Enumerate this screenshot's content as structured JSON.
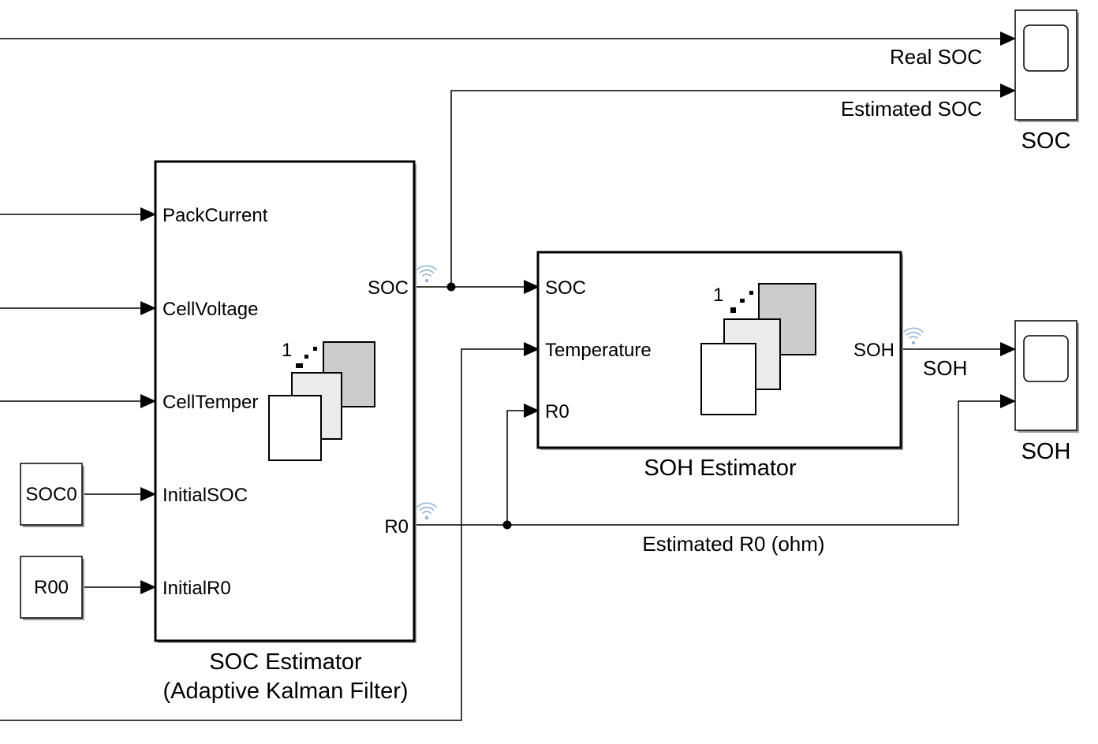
{
  "diagram": {
    "scopes": {
      "soc": {
        "title": "SOC"
      },
      "soh": {
        "title": "SOH"
      }
    },
    "signal_labels": {
      "real_soc": "Real SOC",
      "estimated_soc": "Estimated SOC",
      "soh": "SOH",
      "estimated_r0": "Estimated R0 (ohm)"
    },
    "soc_estimator": {
      "title_line1": "SOC Estimator",
      "title_line2": "(Adaptive Kalman Filter)",
      "inputs": [
        "PackCurrent",
        "CellVoltage",
        "CellTemper",
        "InitialSOC",
        "InitialR0"
      ],
      "outputs": [
        "SOC",
        "R0"
      ],
      "icon_number": "1"
    },
    "soh_estimator": {
      "title": "SOH Estimator",
      "inputs": [
        "SOC",
        "Temperature",
        "R0"
      ],
      "outputs": [
        "SOH"
      ],
      "icon_number": "1"
    },
    "constants": {
      "soc0": "SOC0",
      "r00": "R00"
    }
  }
}
